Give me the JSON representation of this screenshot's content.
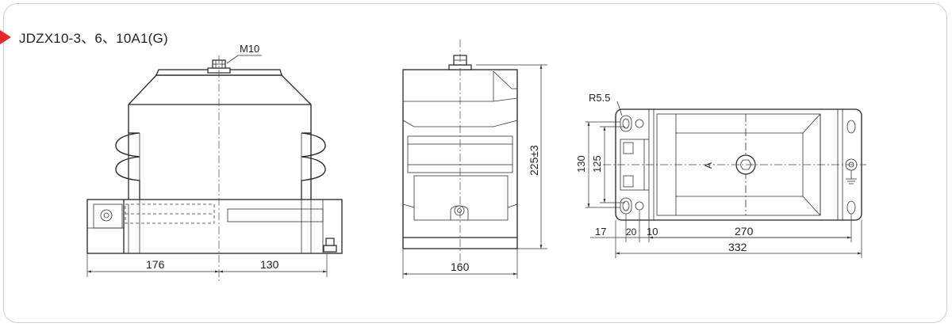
{
  "header": {
    "model_title": "JDZX10-3、6、10A1(G)",
    "accent_color": "#e8262d"
  },
  "front_view": {
    "label_thread": "M10",
    "dim_left": "176",
    "dim_right": "130"
  },
  "side_view": {
    "dim_height": "225±3",
    "dim_width": "160"
  },
  "top_view": {
    "label_radius": "R5.5",
    "dim_130": "130",
    "dim_125": "125",
    "dim_17": "17",
    "dim_20": "20",
    "dim_10": "10",
    "dim_270": "270",
    "dim_332": "332",
    "label_a": "A"
  }
}
